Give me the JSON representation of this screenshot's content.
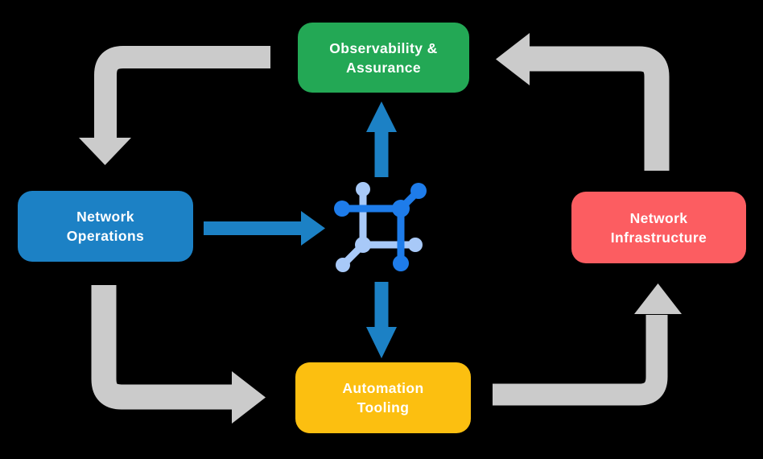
{
  "nodes": {
    "observability": {
      "line1": "Observability &",
      "line2": "Assurance",
      "color": "#23A855"
    },
    "operations": {
      "line1": "Network",
      "line2": "Operations",
      "color": "#1C81C5"
    },
    "infrastructure": {
      "line1": "Network",
      "line2": "Infrastructure",
      "color": "#FC5D61"
    },
    "automation": {
      "line1": "Automation",
      "line2": "Tooling",
      "color": "#FCBF10"
    }
  },
  "colors": {
    "background": "#000000",
    "cycle_arrow": "#CBCBCB",
    "flow_arrow": "#1C81C5",
    "icon_dark": "#1E7CEA",
    "icon_light": "#A8C9F8",
    "label_text": "#FFFFFF"
  },
  "icons": {
    "center": "network-mesh-icon",
    "cycle_arrows": "curved-elbow-arrow-icon",
    "flow_arrows": "straight-arrow-icon"
  }
}
